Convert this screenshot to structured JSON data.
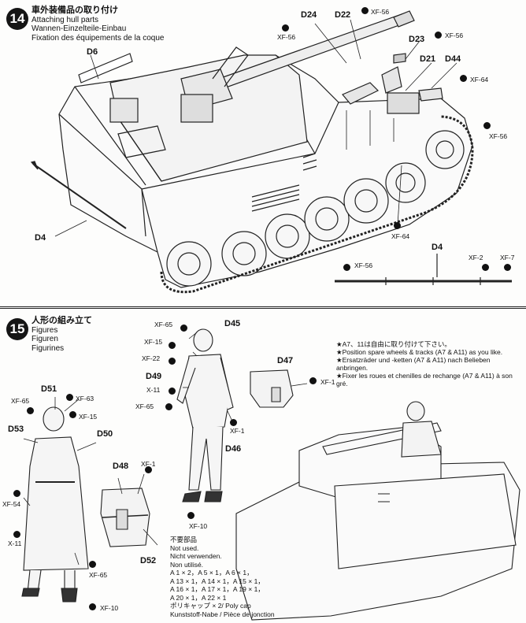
{
  "step14": {
    "number": "14",
    "title_jp": "車外装備品の取り付け",
    "title_en": "Attaching hull parts",
    "title_de": "Wannen-Einzelteile-Einbau",
    "title_fr": "Fixation des équipements de la coque",
    "labels": {
      "d24": "D24",
      "d22": "D22",
      "xf56a": "XF-56",
      "xf56b": "XF-56",
      "d23": "D23",
      "xf56c": "XF-56",
      "d6": "D6",
      "d21": "D21",
      "d44": "D44",
      "xf64a": "XF-64",
      "xf56d": "XF-56",
      "xf64b": "XF-64",
      "d4a": "D4",
      "d4b": "D4",
      "xf56e": "XF-56",
      "xf2": "XF-2",
      "xf7": "XF-7"
    }
  },
  "step15": {
    "number": "15",
    "title_jp": "人形の組み立て",
    "title_en": "Figures",
    "title_de": "Figuren",
    "title_fr": "Figurines",
    "labels": {
      "xf65a": "XF-65",
      "d45": "D45",
      "xf15a": "XF-15",
      "xf22": "XF-22",
      "d49": "D49",
      "x11a": "X-11",
      "xf65b": "XF-65",
      "xf1a": "XF-1",
      "d46": "D46",
      "d47": "D47",
      "xf1b": "XF-1",
      "xf65c": "XF-65",
      "d51": "D51",
      "xf63": "XF-63",
      "xf15b": "XF-15",
      "d53": "D53",
      "d50": "D50",
      "d48": "D48",
      "xf1c": "XF-1",
      "xf54": "XF-54",
      "x11b": "X-11",
      "d52": "D52",
      "xf10a": "XF-10",
      "xf65d": "XF-65",
      "xf10b": "XF-10"
    },
    "note": [
      "★A7、11は自由に取り付けて下さい。",
      "★Position spare wheels & tracks (A7 & A11) as you like.",
      "★Ersatzräder und -ketten (A7 & A11) nach Belieben anbringen.",
      "★Fixer les roues et chenilles de rechange (A7 & A11) à son gré."
    ],
    "not_used": [
      "不要部品",
      "Not used.",
      "Nicht verwenden.",
      "Non utilisé.",
      "A 1 × 2，A 5 × 1，A 6 × 1，",
      "A 13 × 1，A 14 × 1，A 15 × 1，",
      "A 16 × 1，A 17 × 1，A 19 × 1，",
      "A 20 × 1，A 22 × 1",
      "ポリキャップ × 2/ Poly cap",
      "Kunststoff-Nabe / Pièce de jonction"
    ]
  }
}
